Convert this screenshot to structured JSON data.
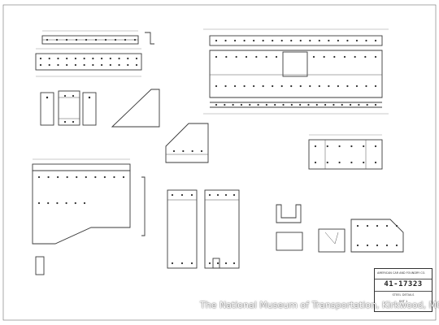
{
  "title_block": {
    "company": "AMERICAN CAR AND FOUNDRY CO.",
    "drawing_number": "41-17323",
    "subtitle": "STEEL DETAILS",
    "sheet": "SHT 1"
  },
  "watermark": "The National Museum of Transportation, Kirkwood, MO"
}
